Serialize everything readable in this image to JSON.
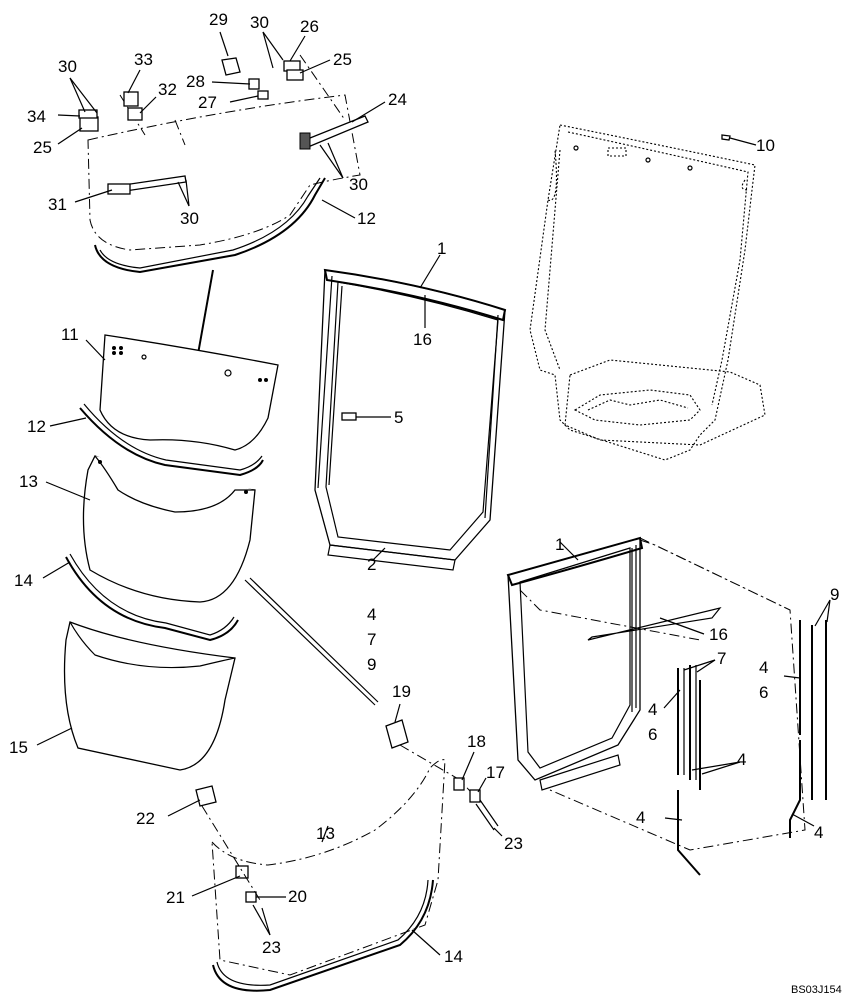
{
  "callouts": {
    "c1a": "1",
    "c1b": "1",
    "c2": "2",
    "c4a": "4",
    "c4b": "4",
    "c4c": "4",
    "c4d": "4",
    "c4e": "4",
    "c4f": "4",
    "c5": "5",
    "c6a": "6",
    "c6b": "6",
    "c7a": "7",
    "c7b": "7",
    "c9a": "9",
    "c9b": "9",
    "c10": "10",
    "c11": "11",
    "c12a": "12",
    "c12b": "12",
    "c13a": "13",
    "c13b": "13",
    "c14a": "14",
    "c14b": "14",
    "c15": "15",
    "c16a": "16",
    "c16b": "16",
    "c17": "17",
    "c18": "18",
    "c19": "19",
    "c20": "20",
    "c21": "21",
    "c22": "22",
    "c23a": "23",
    "c23b": "23",
    "c24": "24",
    "c25a": "25",
    "c25b": "25",
    "c26": "26",
    "c27": "27",
    "c28": "28",
    "c29": "29",
    "c30a": "30",
    "c30b": "30",
    "c30c": "30",
    "c30d": "30",
    "c31": "31",
    "c32": "32",
    "c33": "33",
    "c34": "34"
  },
  "reference_code": "BS03J154"
}
